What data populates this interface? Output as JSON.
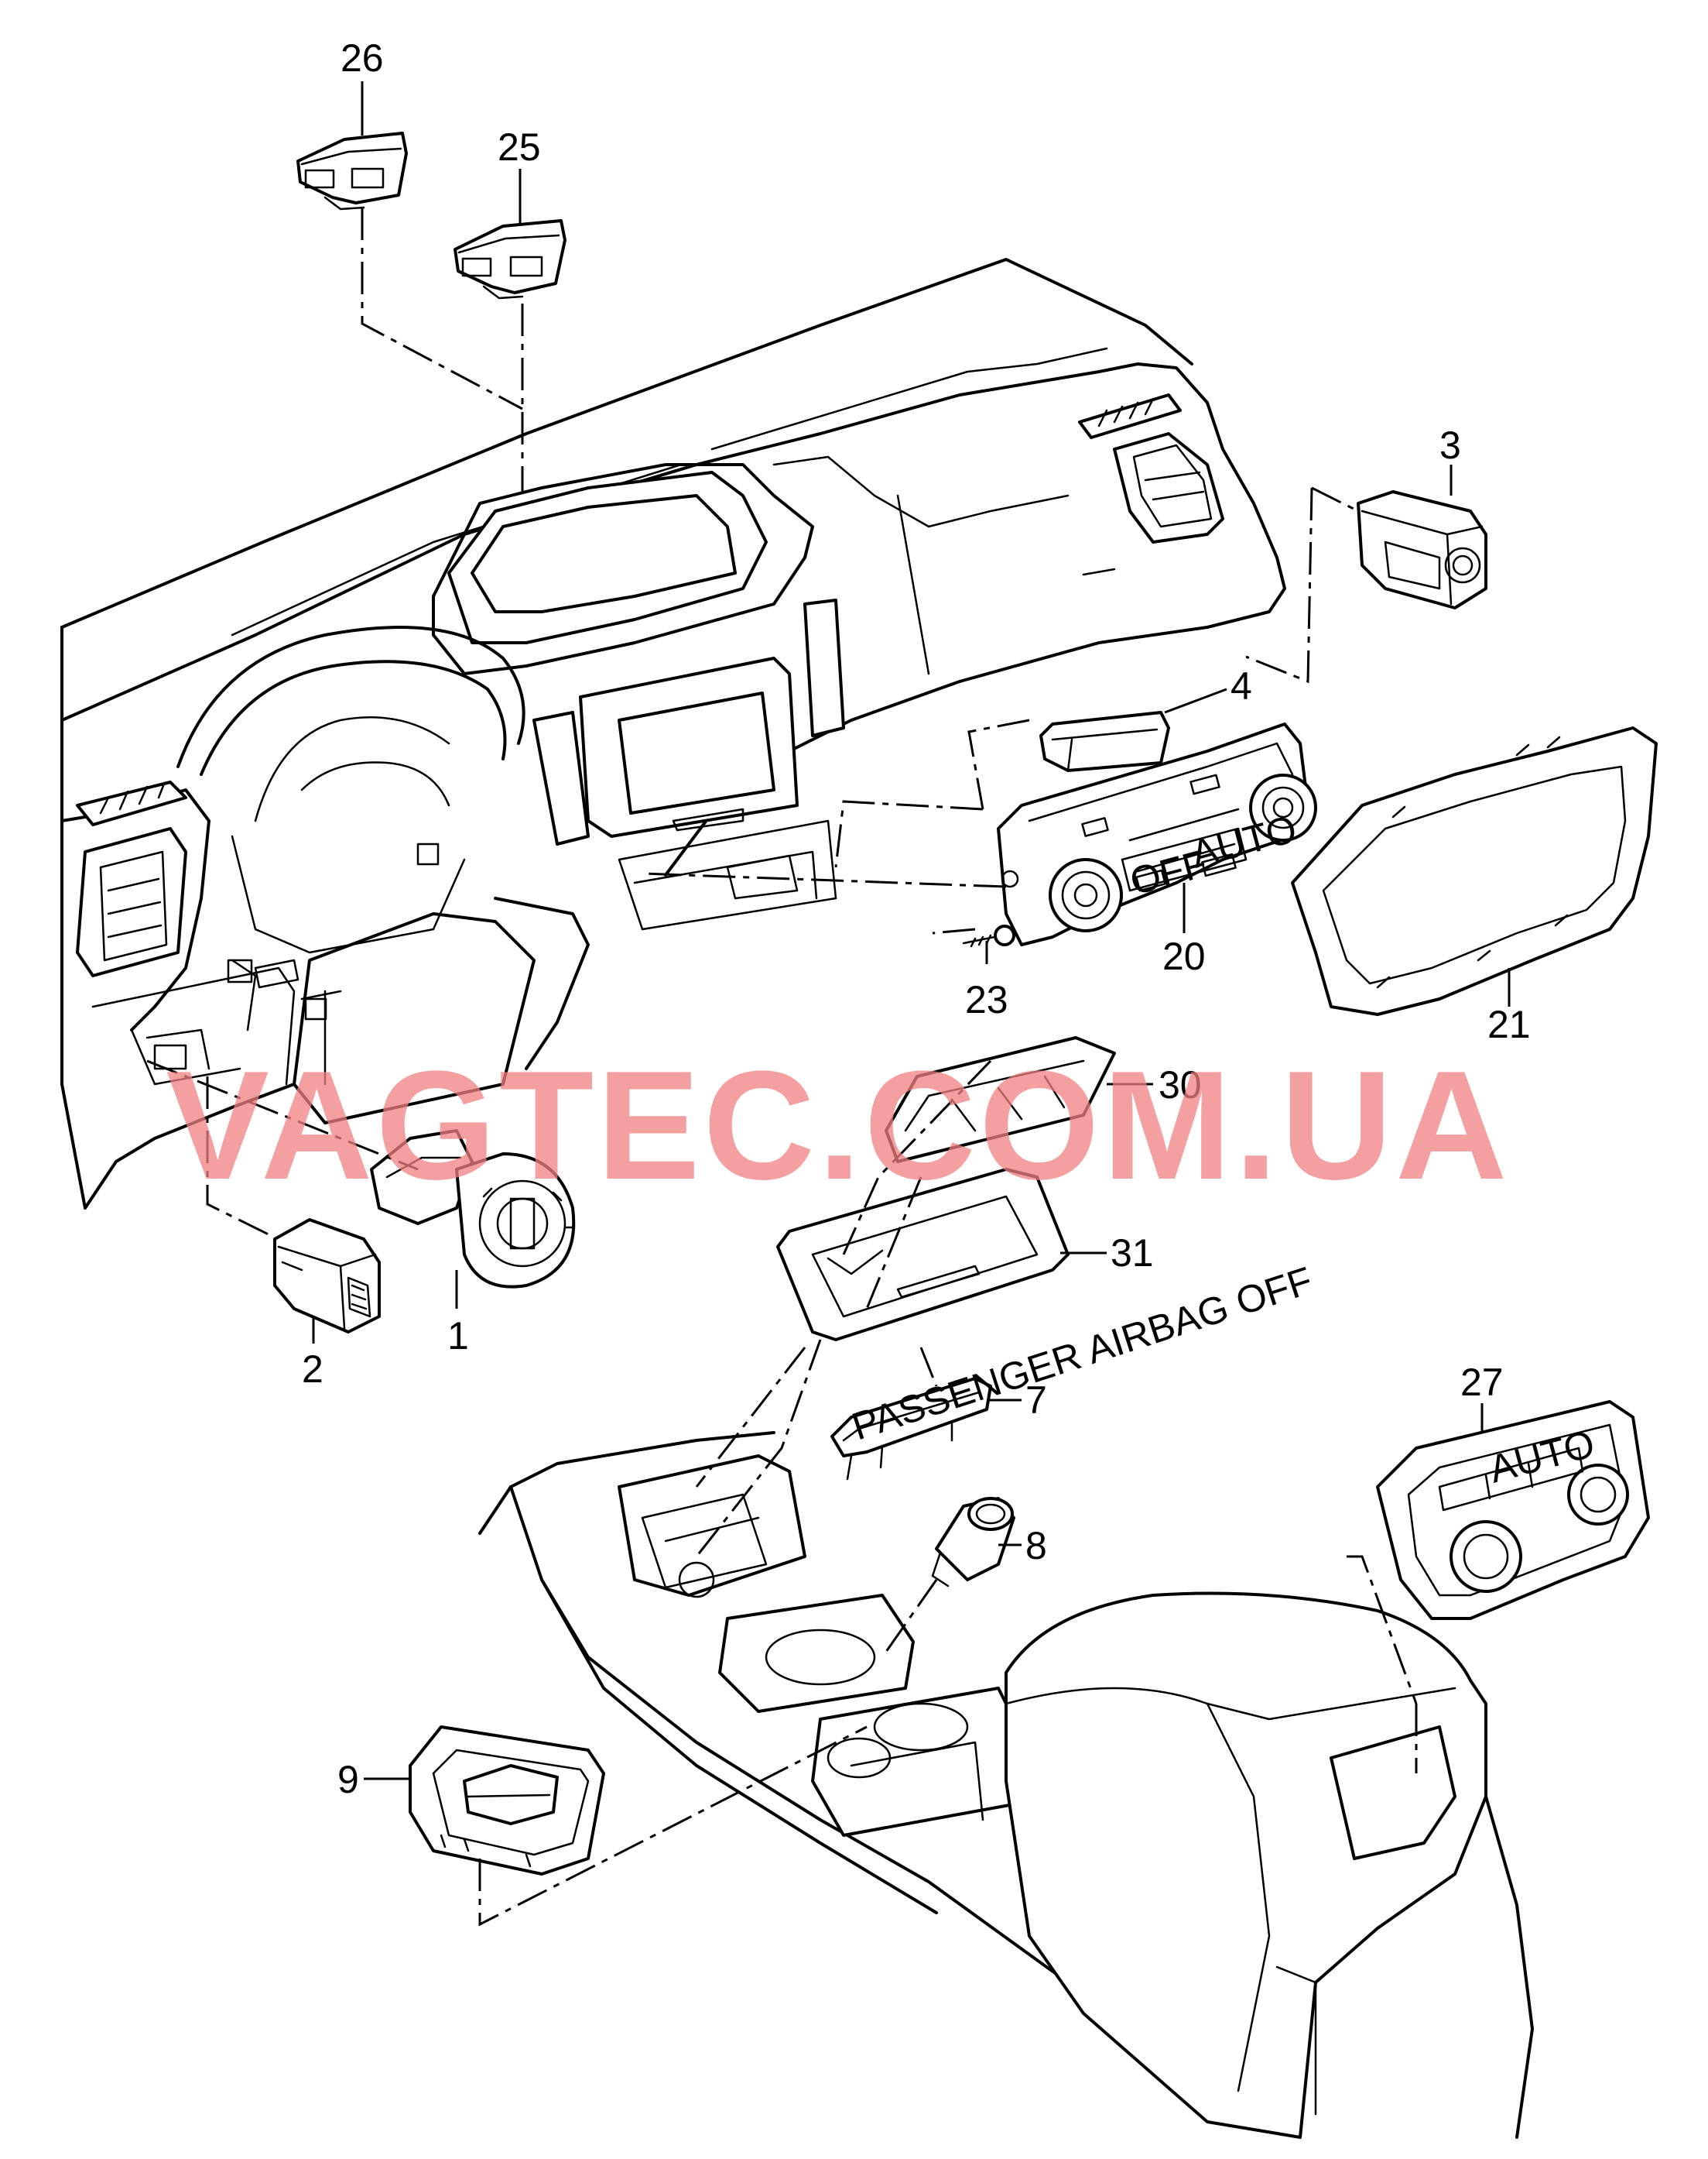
{
  "diagram": {
    "watermark": "VAGTEC.COM.UA",
    "watermark_color": "#f08080",
    "line_color": "#000000",
    "callouts": {
      "c26": "26",
      "c25": "25",
      "c3": "3",
      "c4": "4",
      "c20": "20",
      "c23": "23",
      "c21": "21",
      "c30": "30",
      "c31": "31",
      "c1": "1",
      "c2": "2",
      "c7": "7",
      "c27": "27",
      "c8": "8",
      "c9": "9"
    },
    "printed_labels": {
      "airbag_switch": "PASSENGER AIRBAG OFF",
      "climate_auto": "AUTO",
      "climate_off": "OFF"
    }
  }
}
